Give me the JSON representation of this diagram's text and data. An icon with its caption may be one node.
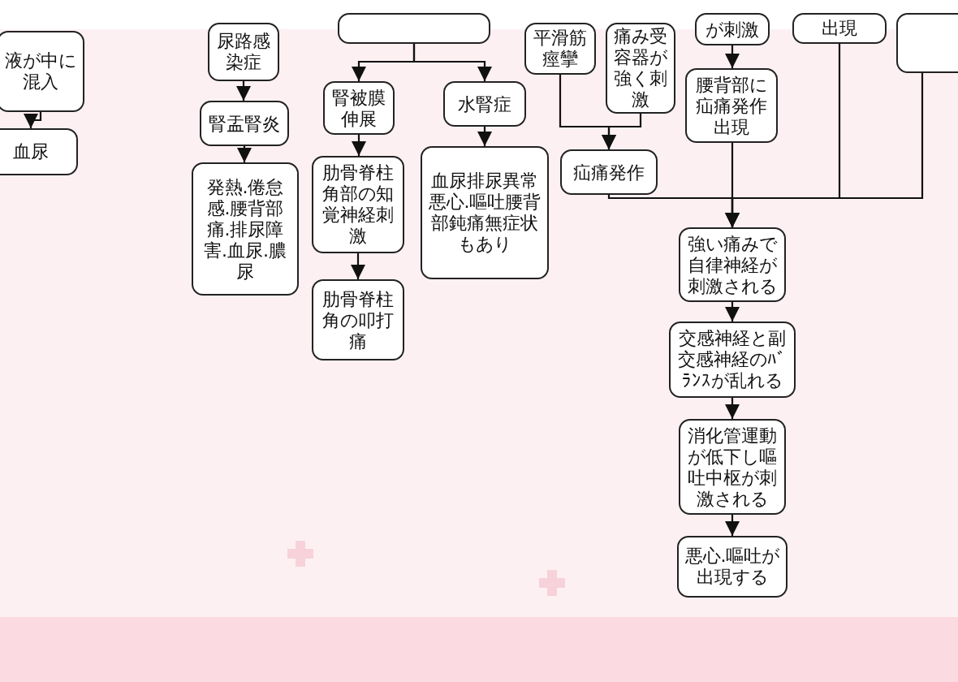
{
  "diagram": {
    "nodes": [
      {
        "text": [
          "液が中に混入"
        ]
      },
      {
        "text": [
          "血尿"
        ]
      },
      {
        "text": [
          "尿路感染症"
        ]
      },
      {
        "text": [
          "腎盂腎炎"
        ]
      },
      {
        "text": [
          "発熱.倦怠感.腰背部痛.排尿障害.血尿.膿尿"
        ]
      },
      {
        "text": [],
        "shape": "box"
      },
      {
        "text": [
          "腎被膜伸展"
        ]
      },
      {
        "text": [
          "水腎症"
        ]
      },
      {
        "text": [
          "肋骨脊柱角部の知覚神経刺激"
        ]
      },
      {
        "text": [
          "肋骨脊柱角の叩打痛"
        ]
      },
      {
        "text": [
          "血尿排尿異常悪心.嘔吐腰背部鈍痛無症状もあり"
        ]
      },
      {
        "text": [
          "平滑筋痙攣"
        ]
      },
      {
        "text": [
          "痛み受容器が強く刺激"
        ]
      },
      {
        "text": [
          "が刺激"
        ]
      },
      {
        "text": [
          "腰背部に疝痛発作出現"
        ]
      },
      {
        "text": [
          "出現"
        ]
      },
      {
        "text": [],
        "shape": "box"
      },
      {
        "text": [
          "疝痛発作"
        ]
      },
      {
        "text": [
          "強い痛みで自律神経が刺激される"
        ]
      },
      {
        "text": [
          "交感神経と副交感神経のﾊﾞﾗﾝｽが乱れる"
        ]
      },
      {
        "text": [
          "消化管運動が低下し嘔吐中枢が刺激される"
        ]
      },
      {
        "text": [
          "悪心.嘔吐が出現する"
        ]
      }
    ],
    "edges": [
      {
        "from": 0,
        "to": 1,
        "arrow": "to"
      },
      {
        "from": 2,
        "to": 3,
        "arrow": "to"
      },
      {
        "from": 3,
        "to": 4,
        "arrow": "to"
      },
      {
        "from": 5,
        "to": 6,
        "arrow": "to"
      },
      {
        "from": 5,
        "to": 7,
        "arrow": "to"
      },
      {
        "from": 6,
        "to": 8,
        "arrow": "to"
      },
      {
        "from": 8,
        "to": 9,
        "arrow": "to"
      },
      {
        "from": 7,
        "to": 10,
        "arrow": "to"
      },
      {
        "from": 11,
        "to": 17,
        "arrow": "to"
      },
      {
        "from": 12,
        "to": 17,
        "arrow": "to"
      },
      {
        "from": 13,
        "to": 14,
        "arrow": "to"
      },
      {
        "from": 14,
        "to": 18,
        "arrow": "to"
      },
      {
        "from": 17,
        "to": 18,
        "arrow": "to"
      },
      {
        "from": 15,
        "to": 18,
        "arrow": "to"
      },
      {
        "from": 16,
        "to": 18,
        "arrow": "to"
      },
      {
        "from": 18,
        "to": 19,
        "arrow": "to"
      },
      {
        "from": 19,
        "to": 20,
        "arrow": "to"
      },
      {
        "from": 20,
        "to": 21,
        "arrow": "to"
      }
    ]
  }
}
